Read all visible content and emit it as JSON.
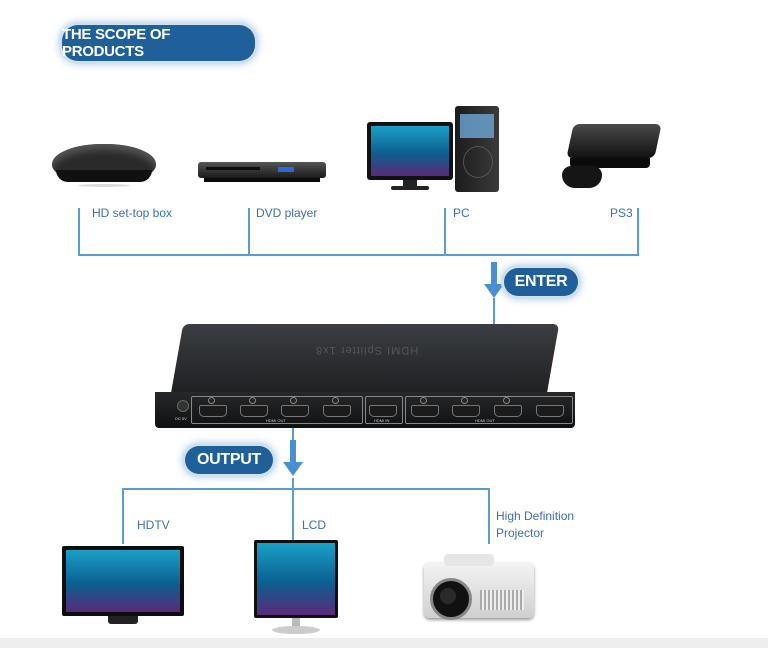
{
  "header": {
    "title": "THE SCOPE OF PRODUCTS"
  },
  "inputs": [
    {
      "label": "HD set-top box"
    },
    {
      "label": "DVD player"
    },
    {
      "label": "PC"
    },
    {
      "label": "PS3"
    }
  ],
  "enter_label": "ENTER",
  "output_label": "OUTPUT",
  "device": {
    "model_text": "HDMI Splitter 1x8",
    "dc_label": "DC 5V",
    "hdmi_out_label": "HDMI OUT",
    "hdmi_in_label": "HDMI IN"
  },
  "outputs": [
    {
      "label": "HDTV"
    },
    {
      "label": "LCD"
    },
    {
      "label_line1": "High Definition",
      "label_line2": "Projector"
    }
  ],
  "colors": {
    "accent": "#1f5f9a",
    "line": "#5b9bd5",
    "label": "#3a6fb0"
  }
}
